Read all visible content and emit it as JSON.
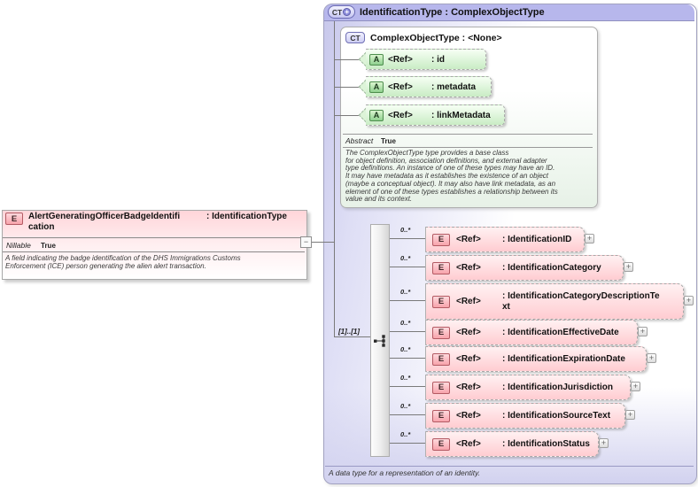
{
  "diagram": {
    "referencing_element": {
      "badge": "E",
      "name_line1": "AlertGeneratingOfficerBadgeIdentifi",
      "name_line2": "cation",
      "type_suffix": ": IdentificationType",
      "property_label": "Nillable",
      "property_value": "True",
      "documentation": "A field indicating the badge identification of the DHS Immigrations Customs\nEnforcement (ICE) person generating the alien alert transaction."
    },
    "connector": {
      "collapse_glyph": "−"
    },
    "type_box": {
      "badge": "CT",
      "plus_glyph": "+",
      "title": "IdentificationType : ComplexObjectType",
      "documentation": "A data type for a representation of an identity.",
      "base_type_box": {
        "badge": "CT",
        "title": "ComplexObjectType : <None>",
        "attributes": [
          {
            "badge": "A",
            "ref": "<Ref>",
            "name": ": id"
          },
          {
            "badge": "A",
            "ref": "<Ref>",
            "name": ": metadata"
          },
          {
            "badge": "A",
            "ref": "<Ref>",
            "name": ": linkMetadata"
          }
        ],
        "property_label": "Abstract",
        "property_value": "True",
        "documentation": "The ComplexObjectType type provides a base class\nfor object definition, association definitions, and external adapter\ntype definitions. An instance of one of these types may have an ID.\nIt may have metadata as it establishes the existence of an object\n(maybe a conceptual object). It may also have link metadata, as an\nelement of one of these types establishes a relationship between its\nvalue and its context."
      },
      "sequence": {
        "cardinality": "[1]..[1]"
      },
      "elements": [
        {
          "badge": "E",
          "cardinality": "0..*",
          "ref": "<Ref>",
          "name_line1": ": IdentificationID",
          "name_line2": "",
          "expand": "+"
        },
        {
          "badge": "E",
          "cardinality": "0..*",
          "ref": "<Ref>",
          "name_line1": ": IdentificationCategory",
          "name_line2": "",
          "expand": "+"
        },
        {
          "badge": "E",
          "cardinality": "0..*",
          "ref": "<Ref>",
          "name_line1": ": IdentificationCategoryDescriptionTe",
          "name_line2": "xt",
          "expand": "+"
        },
        {
          "badge": "E",
          "cardinality": "0..*",
          "ref": "<Ref>",
          "name_line1": ": IdentificationEffectiveDate",
          "name_line2": "",
          "expand": "+"
        },
        {
          "badge": "E",
          "cardinality": "0..*",
          "ref": "<Ref>",
          "name_line1": ": IdentificationExpirationDate",
          "name_line2": "",
          "expand": "+"
        },
        {
          "badge": "E",
          "cardinality": "0..*",
          "ref": "<Ref>",
          "name_line1": ": IdentificationJurisdiction",
          "name_line2": "",
          "expand": "+"
        },
        {
          "badge": "E",
          "cardinality": "0..*",
          "ref": "<Ref>",
          "name_line1": ": IdentificationSourceText",
          "name_line2": "",
          "expand": "+"
        },
        {
          "badge": "E",
          "cardinality": "0..*",
          "ref": "<Ref>",
          "name_line1": ": IdentificationStatus",
          "name_line2": "",
          "expand": "+"
        }
      ]
    },
    "colors": {
      "header_bar": "#b7b7ec",
      "attribute_fill": "#c9ecc4",
      "element_fill": "#ffccd1",
      "element_badge_border": "#b35a63",
      "attribute_badge_border": "#4e8e4e"
    }
  }
}
